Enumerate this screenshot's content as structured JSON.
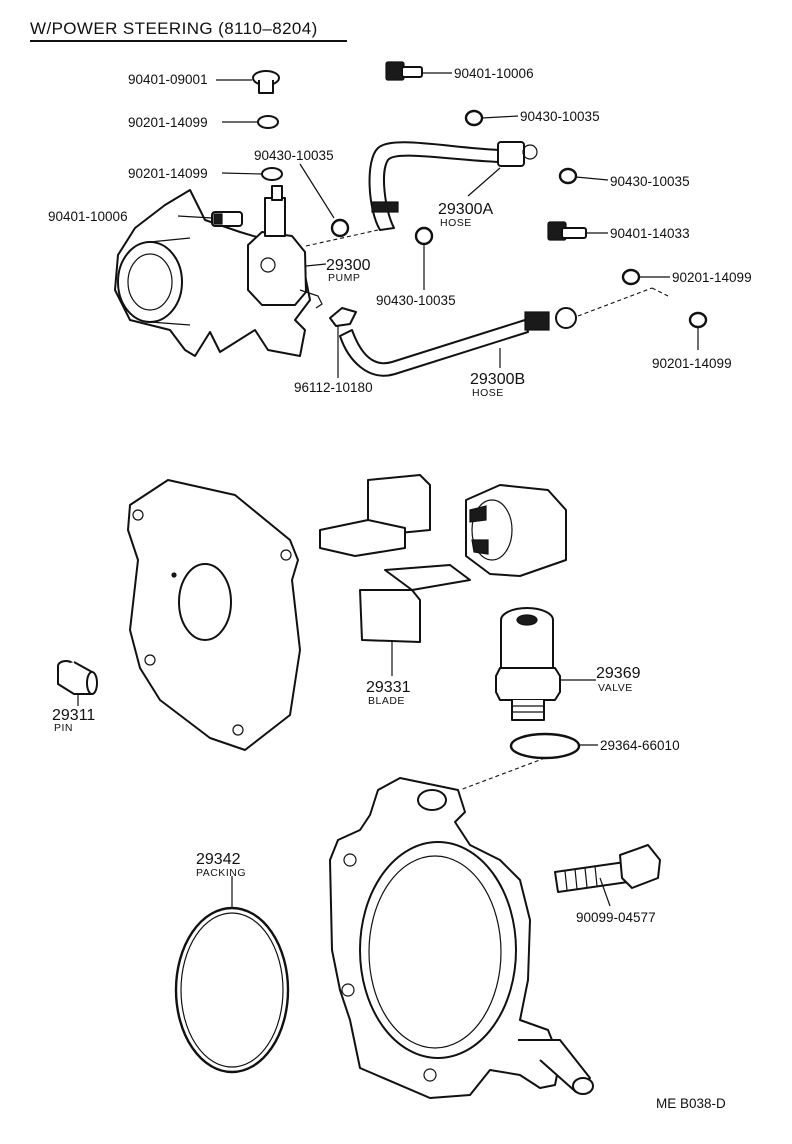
{
  "title": "W/POWER STEERING (8110–8204)",
  "footer": "ME  B038-D",
  "labels": {
    "p90401_09001": "90401-09001",
    "p90201_14099_a": "90201-14099",
    "p90430_10035_a": "90430-10035",
    "p90201_14099_b": "90201-14099",
    "p90401_10006_a": "90401-10006",
    "p90401_10006_b": "90401-10006",
    "p90430_10035_b": "90430-10035",
    "p90430_10035_c": "90430-10035",
    "p90401_14033": "90401-14033",
    "p90201_14099_c": "90201-14099",
    "p90201_14099_d": "90201-14099",
    "p90430_10035_d": "90430-10035",
    "p96112_10180": "96112-10180",
    "p29364_66010": "29364-66010",
    "p90099_04577": "90099-04577"
  },
  "parts": {
    "hose_a": {
      "number": "29300A",
      "name": "HOSE"
    },
    "pump": {
      "number": "29300",
      "name": "PUMP"
    },
    "hose_b": {
      "number": "29300B",
      "name": "HOSE"
    },
    "blade": {
      "number": "29331",
      "name": "BLADE"
    },
    "valve": {
      "number": "29369",
      "name": "VALVE"
    },
    "pin": {
      "number": "29311",
      "name": "PIN"
    },
    "packing": {
      "number": "29342",
      "name": "PACKING"
    }
  }
}
